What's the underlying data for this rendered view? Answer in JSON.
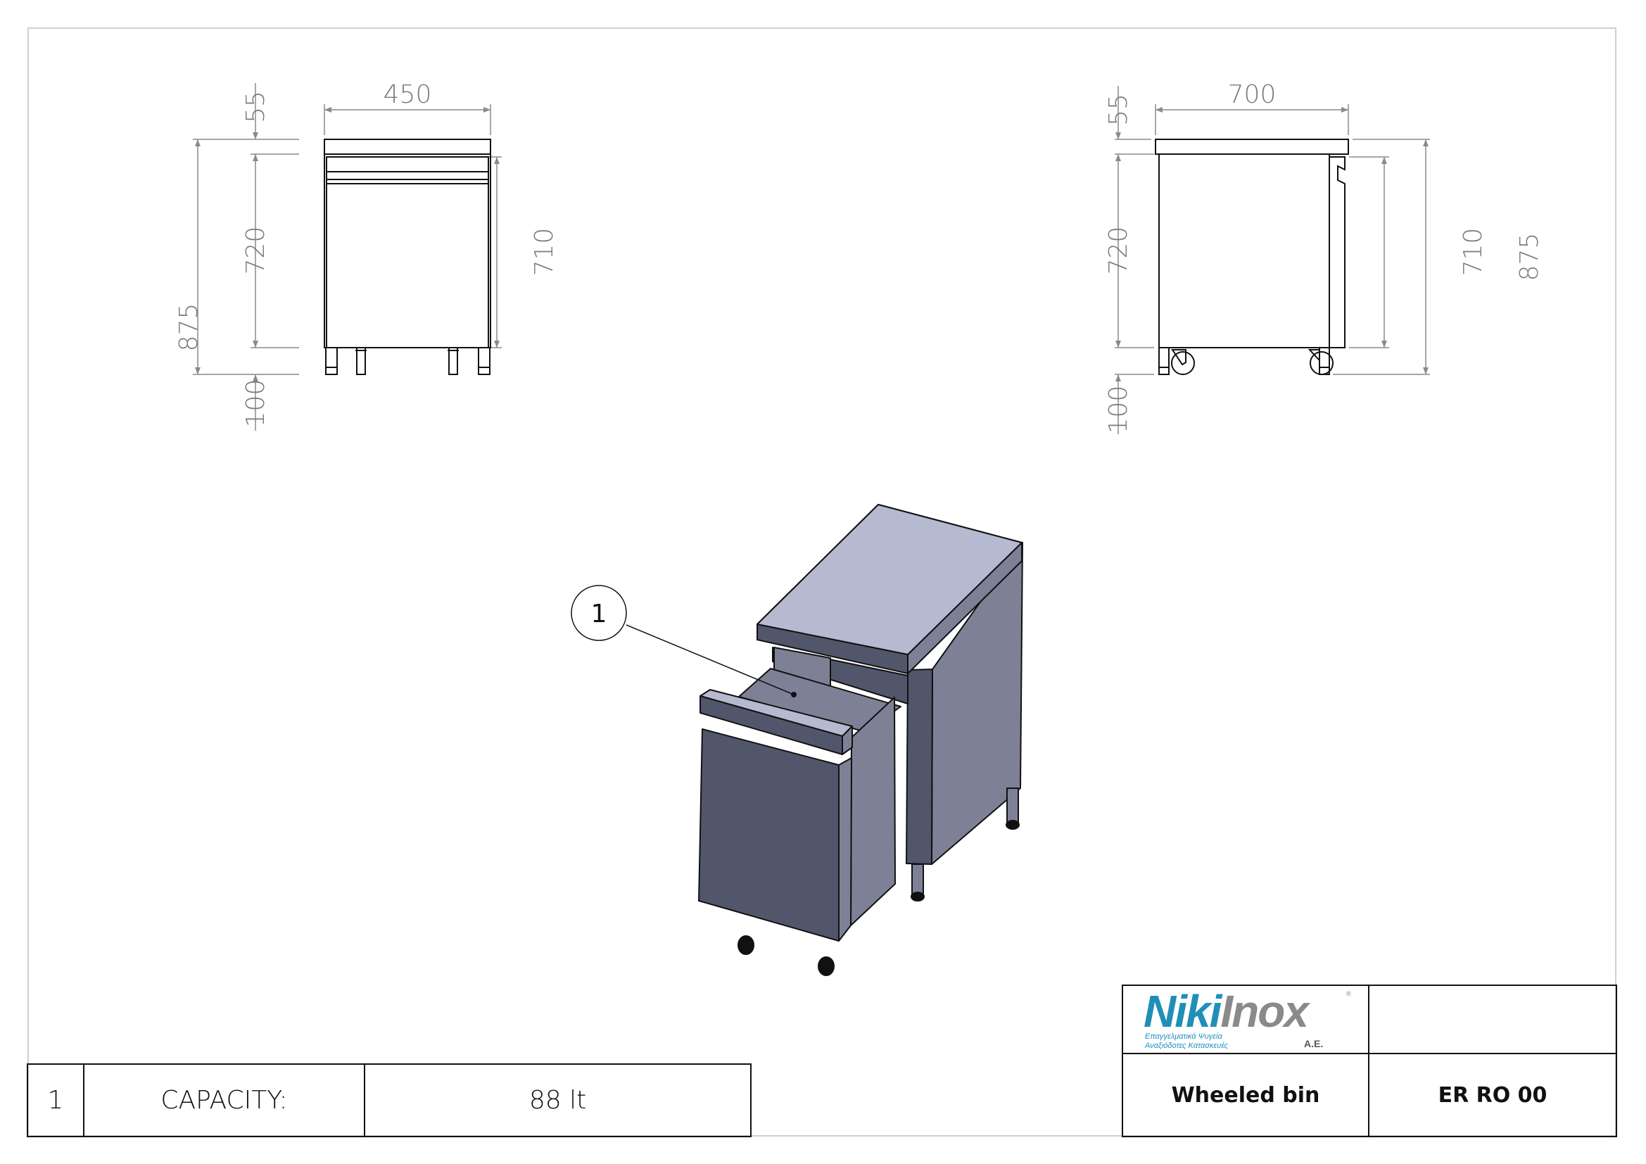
{
  "drawing": {
    "front_view": {
      "width_label": "450",
      "top_thickness_label": "55",
      "body_height_label": "720",
      "total_height_label": "875",
      "leg_height_label": "100",
      "door_height_label": "710"
    },
    "side_view": {
      "depth_label": "700",
      "top_thickness_label": "55",
      "body_height_label": "720",
      "leg_height_label": "100",
      "door_height_label": "710",
      "total_height_label": "875"
    },
    "iso_view": {
      "balloon_label": "1"
    },
    "colors": {
      "dimension_line": "#8a8a8a",
      "outline": "#111111",
      "top_surface": "#b6bad0",
      "side_panel": "#7e8196",
      "front_panel": "#52566a",
      "frame_border": "#cfcfcf",
      "logo_blue": "#1f8fb8"
    }
  },
  "bom_table": {
    "item_number": "1",
    "description": "CAPACITY:",
    "value": "88 lt"
  },
  "title_block": {
    "logo": {
      "brand_part1": "Niki",
      "brand_part2": "Inox",
      "subtitle_line1": "Επαγγελματικά Ψυγεία",
      "subtitle_line2": "Αναξιόδοτες Κατασκευές",
      "suffix": "A.E.",
      "registered": "®"
    },
    "top_right": "",
    "product_name": "Wheeled bin",
    "product_code": "ER RO 00"
  }
}
